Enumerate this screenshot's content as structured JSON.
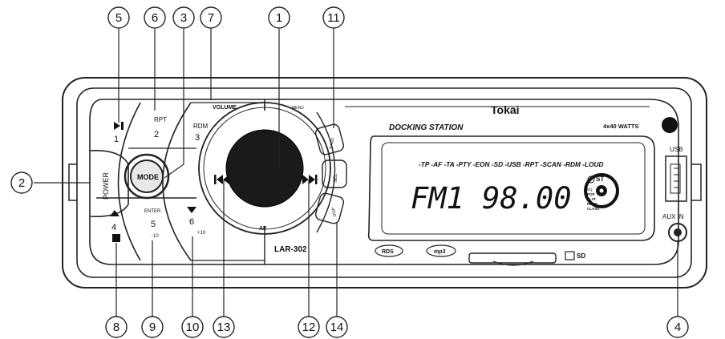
{
  "callouts": [
    "1",
    "2",
    "3",
    "4",
    "5",
    "6",
    "7",
    "8",
    "9",
    "10",
    "11",
    "12",
    "13",
    "14"
  ],
  "brand": "Tokai",
  "panel": {
    "docking_station": "DOCKING STATION",
    "watts": "4x40 WATTS",
    "model": "LAR-302",
    "volume": "VOLUME",
    "menu": "MENU"
  },
  "buttons": {
    "play_pause_num": "1",
    "rpt": "RPT",
    "rpt_num": "2",
    "rdm": "RDM",
    "rdm_num": "3",
    "power": "POWER",
    "mode": "MODE",
    "num4": "4",
    "enter": "ENTER",
    "num5": "5",
    "minus10": "-10",
    "num6": "6",
    "plus10": "+10",
    "ta": "TA",
    "af": "AF",
    "band": "BAND",
    "sel": "SEL",
    "disp": "DISP"
  },
  "lcd": {
    "indicators": "-TP -AF -TA -PTY -EON -SD -USB -RPT -SCAN -RDM -LOUD",
    "main": "FM1 98.00",
    "st": "ST",
    "eq1": "EQ",
    "eq2": "POP",
    "eq3": "FLAT",
    "eq4": "ROCK",
    "eq5": "CLASS"
  },
  "side": {
    "usb": "USB",
    "aux": "AUX IN",
    "sd": "SD"
  },
  "logos": {
    "rds": "RDS",
    "mp3": "mp3"
  },
  "icons": [
    "play-pause-icon",
    "prev-track-icon",
    "next-track-icon",
    "up-arrow-icon",
    "down-arrow-icon",
    "stop-icon"
  ]
}
